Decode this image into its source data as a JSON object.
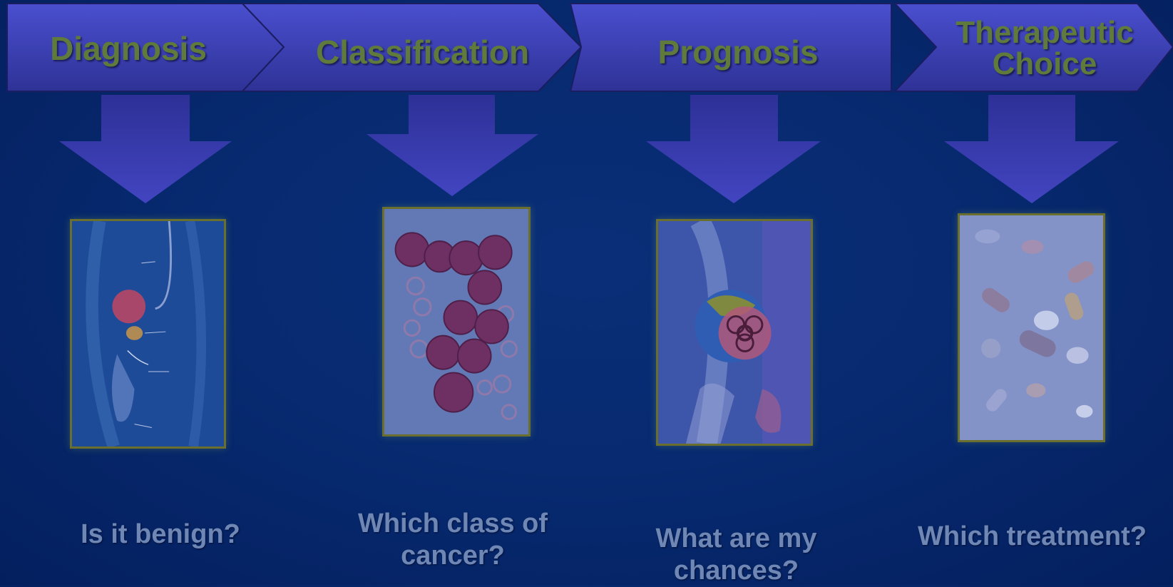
{
  "stages": [
    {
      "title": "Diagnosis",
      "question": "Is it benign?",
      "image": "prostate-anatomy-illustration"
    },
    {
      "title": "Classification",
      "question": "Which class of\ncancer?",
      "image": "blood-cells-micrograph"
    },
    {
      "title": "Prognosis",
      "question": "What are my\nchances?",
      "image": "biohazard-globe-collage"
    },
    {
      "title": "Therapeutic\nChoice",
      "question": "Which treatment?",
      "image": "pills-photo"
    }
  ],
  "colors": {
    "background": "#062a6e",
    "chevron": "#3a3fb0",
    "arrow": "#3b3ea8",
    "label_text": "#5f7a3b",
    "question_text": "#6f87b4",
    "frame": "#6b6f2e"
  }
}
